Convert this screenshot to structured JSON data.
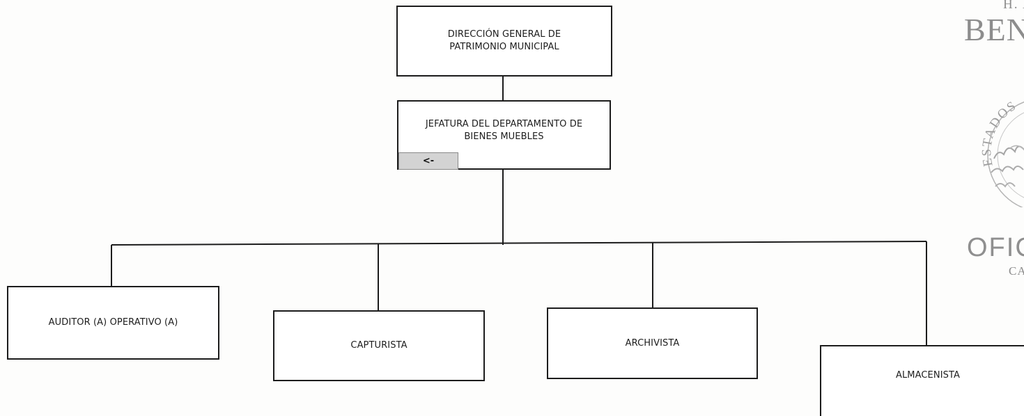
{
  "org_chart": {
    "director": "DIRECCIÓN  GENERAL DE PATRIMONIO MUNICIPAL",
    "head": "JEFATURA DEL DEPARTAMENTO DE BIENES MUEBLES",
    "back_button": "<-",
    "staff": [
      {
        "title": "AUDITOR (A) OPERATIVO (A)"
      },
      {
        "title": "CAPTURISTA"
      },
      {
        "title": "ARCHIVISTA"
      },
      {
        "title": "ALMACENISTA"
      }
    ]
  },
  "stamp": {
    "line_top": "H. A",
    "line_name": "BEN",
    "seal_text": "ESTADOS",
    "office": "OFIC",
    "sub": "CA"
  },
  "colors": {
    "box_border": "#1c1c1c",
    "back_chip": "#d3d3d3",
    "stamp_ink": "#8d8d8d"
  }
}
